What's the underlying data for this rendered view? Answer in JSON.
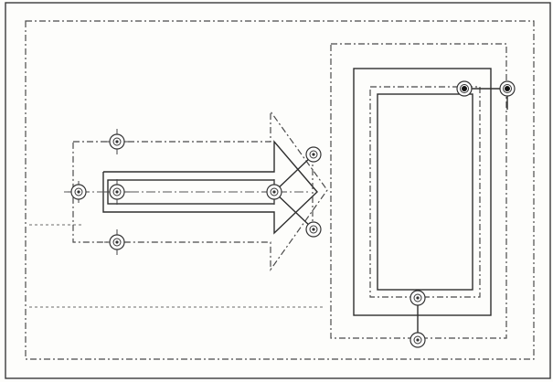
{
  "diagram": {
    "colors": {
      "background": "#fdfdfb",
      "line": "#333333"
    },
    "markers": [
      {
        "id": "left-end",
        "style": "dot"
      },
      {
        "id": "arrow-top",
        "style": "dot"
      },
      {
        "id": "arrow-center",
        "style": "dot"
      },
      {
        "id": "arrow-bottom",
        "style": "dot"
      },
      {
        "id": "arrow-mid",
        "style": "dot"
      },
      {
        "id": "arrow-tip-top",
        "style": "dot"
      },
      {
        "id": "arrow-tip-bottom",
        "style": "dot"
      },
      {
        "id": "box-top-right-a",
        "style": "filled"
      },
      {
        "id": "box-top-right-b",
        "style": "filled"
      },
      {
        "id": "box-bottom-a",
        "style": "dot"
      },
      {
        "id": "box-bottom-b",
        "style": "dot"
      }
    ]
  }
}
